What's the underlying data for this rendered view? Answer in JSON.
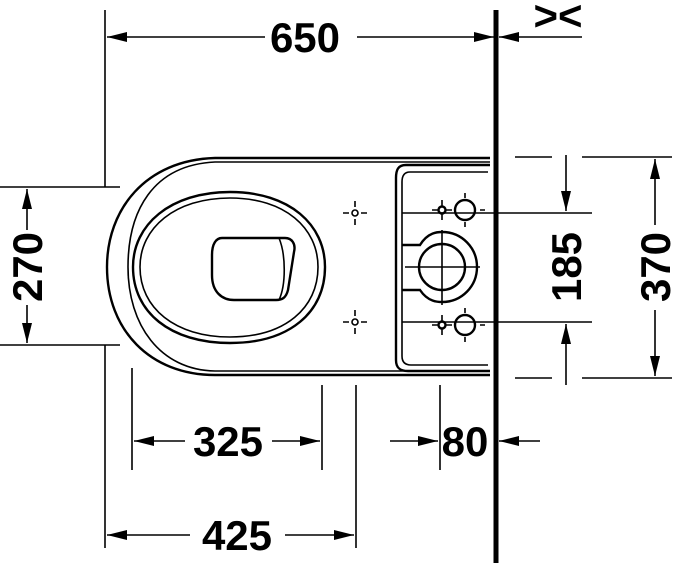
{
  "dimensions": {
    "overall_length": "650",
    "width": "270",
    "fixing_spacing": "185",
    "tank_height": "370",
    "seat_to_fixing": "325",
    "wall_to_fixing": "80",
    "front_to_fixing": "425",
    "wall_symbol": "><"
  },
  "colors": {
    "line": "#000000",
    "background": "#ffffff"
  }
}
